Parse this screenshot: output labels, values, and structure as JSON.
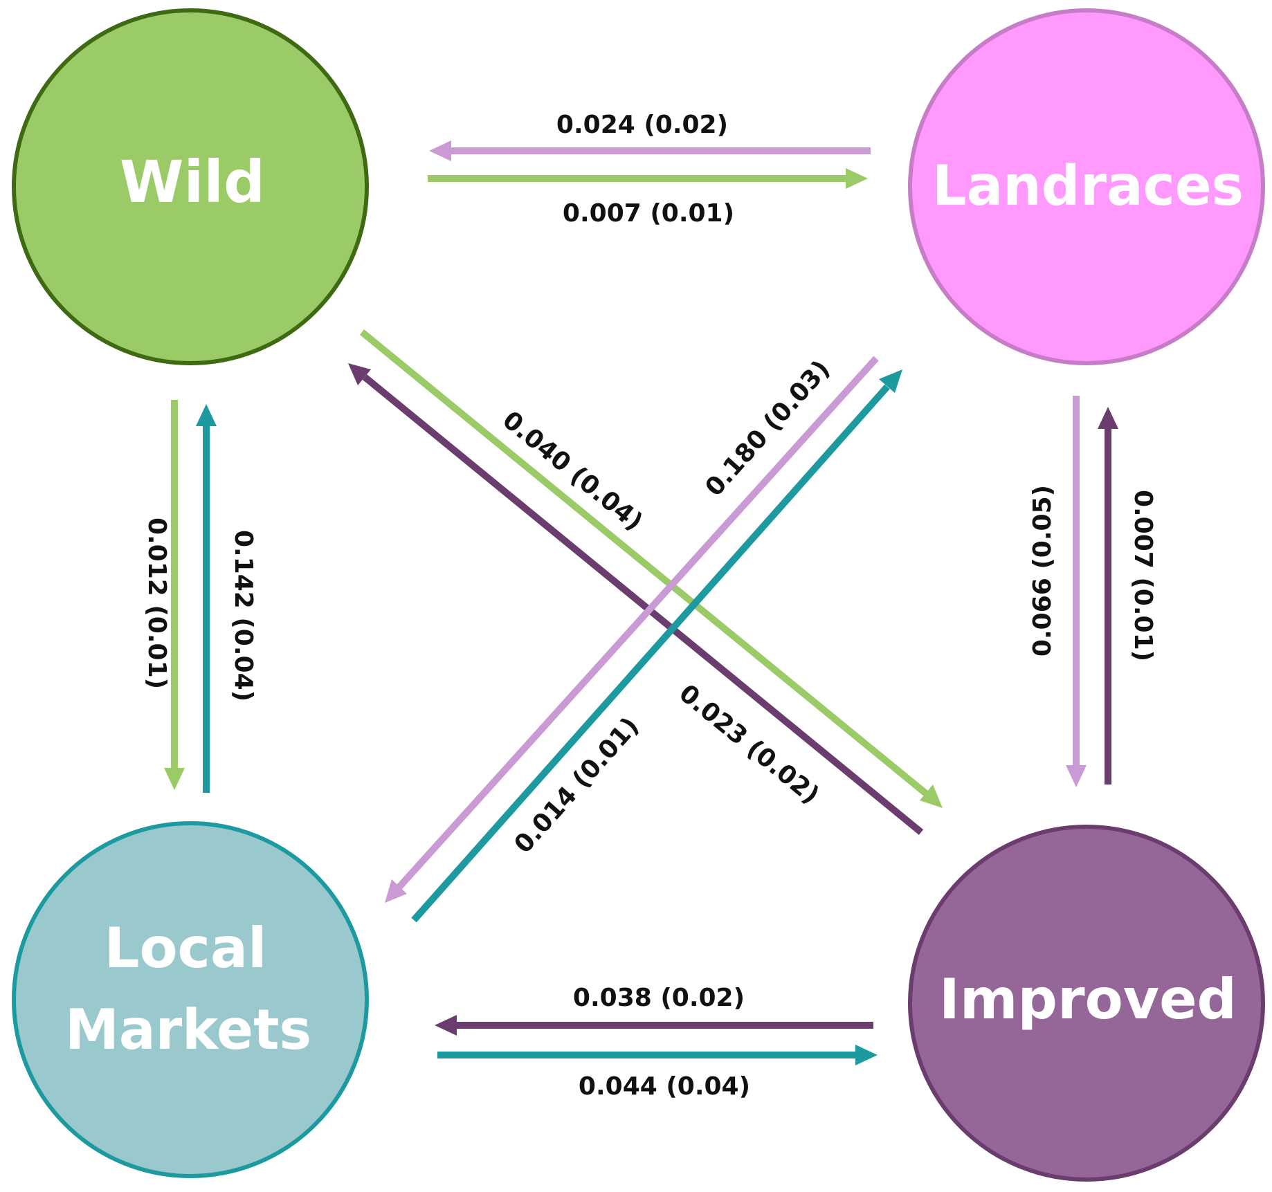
{
  "nodes": {
    "wild": {
      "label": "Wild",
      "fill": "#9acb67",
      "stroke": "#3f6a14"
    },
    "landraces": {
      "label": "Landraces",
      "fill": "#ff99fd",
      "stroke": "#c77cc7"
    },
    "local": {
      "label_line1": "Local",
      "label_line2": "Markets",
      "fill": "#99c9cc",
      "stroke": "#1c9aa0"
    },
    "improved": {
      "label": "Improved",
      "fill": "#956799",
      "stroke": "#6b3c6e"
    }
  },
  "edges": {
    "landraces_to_wild": {
      "label": "0.024 (0.02)",
      "color": "#c99ad3"
    },
    "wild_to_landraces": {
      "label": "0.007 (0.01)",
      "color": "#9acb67"
    },
    "wild_to_local": {
      "label": "0.012 (0.01)",
      "color": "#9acb67"
    },
    "local_to_wild": {
      "label": "0.142 (0.04)",
      "color": "#1c9aa0"
    },
    "wild_to_improved": {
      "label": "0.040 (0.04)",
      "color": "#9acb67"
    },
    "improved_to_wild": {
      "label": "0.023 (0.02)",
      "color": "#6b3c6e"
    },
    "landraces_to_local": {
      "label": "0.180 (0.03)",
      "color": "#c99ad3"
    },
    "local_to_landraces": {
      "label": "0.014 (0.01)",
      "color": "#1c9aa0"
    },
    "landraces_to_improved": {
      "label": "0.066 (0.05)",
      "color": "#c99ad3"
    },
    "improved_to_landraces": {
      "label": "0.007 (0.01)",
      "color": "#6b3c6e"
    },
    "improved_to_local": {
      "label": "0.038 (0.02)",
      "color": "#6b3c6e"
    },
    "local_to_improved": {
      "label": "0.044 (0.04)",
      "color": "#1c9aa0"
    }
  }
}
